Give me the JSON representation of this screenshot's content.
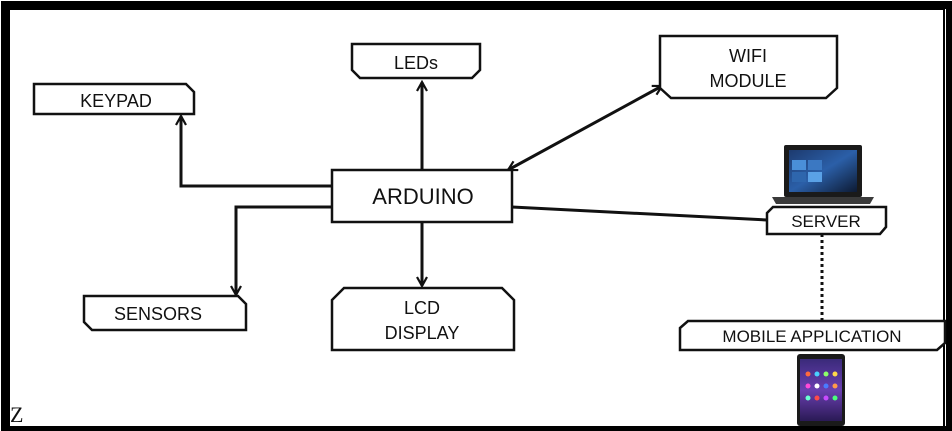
{
  "diagram": {
    "nodes": {
      "keypad": {
        "lines": [
          "KEYPAD"
        ]
      },
      "leds": {
        "lines": [
          "LEDs"
        ]
      },
      "wifi": {
        "lines": [
          "WIFI",
          "MODULE"
        ]
      },
      "arduino": {
        "lines": [
          "ARDUINO"
        ]
      },
      "server": {
        "lines": [
          "SERVER"
        ]
      },
      "sensors": {
        "lines": [
          "SENSORS"
        ]
      },
      "lcd": {
        "lines": [
          "LCD",
          "DISPLAY"
        ]
      },
      "mobile_app": {
        "lines": [
          "MOBILE APPLICATION"
        ]
      }
    },
    "connections": [
      {
        "from": "arduino",
        "to": "keypad",
        "arrow": "to"
      },
      {
        "from": "arduino",
        "to": "leds",
        "arrow": "to"
      },
      {
        "from": "arduino",
        "to": "wifi",
        "arrow": "both"
      },
      {
        "from": "arduino",
        "to": "server",
        "arrow": "none"
      },
      {
        "from": "arduino",
        "to": "sensors",
        "arrow": "to"
      },
      {
        "from": "arduino",
        "to": "lcd",
        "arrow": "to"
      },
      {
        "from": "server",
        "to": "mobile_app",
        "arrow": "none",
        "style": "dashed"
      }
    ],
    "icons": [
      "laptop-icon",
      "smartphone-icon"
    ],
    "corner_mark": "Z"
  }
}
